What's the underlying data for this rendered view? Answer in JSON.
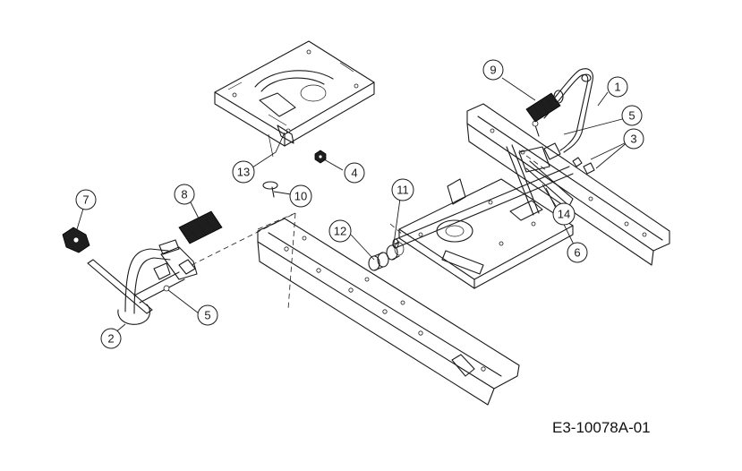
{
  "drawing_id": "E3-10078A-01",
  "callouts": {
    "c1": "1",
    "c2": "2",
    "c3": "3",
    "c4": "4",
    "c5a": "5",
    "c5b": "5",
    "c6": "6",
    "c7": "7",
    "c8": "8",
    "c9": "9",
    "c10": "10",
    "c11": "11",
    "c12": "12",
    "c13": "13",
    "c14": "14"
  }
}
